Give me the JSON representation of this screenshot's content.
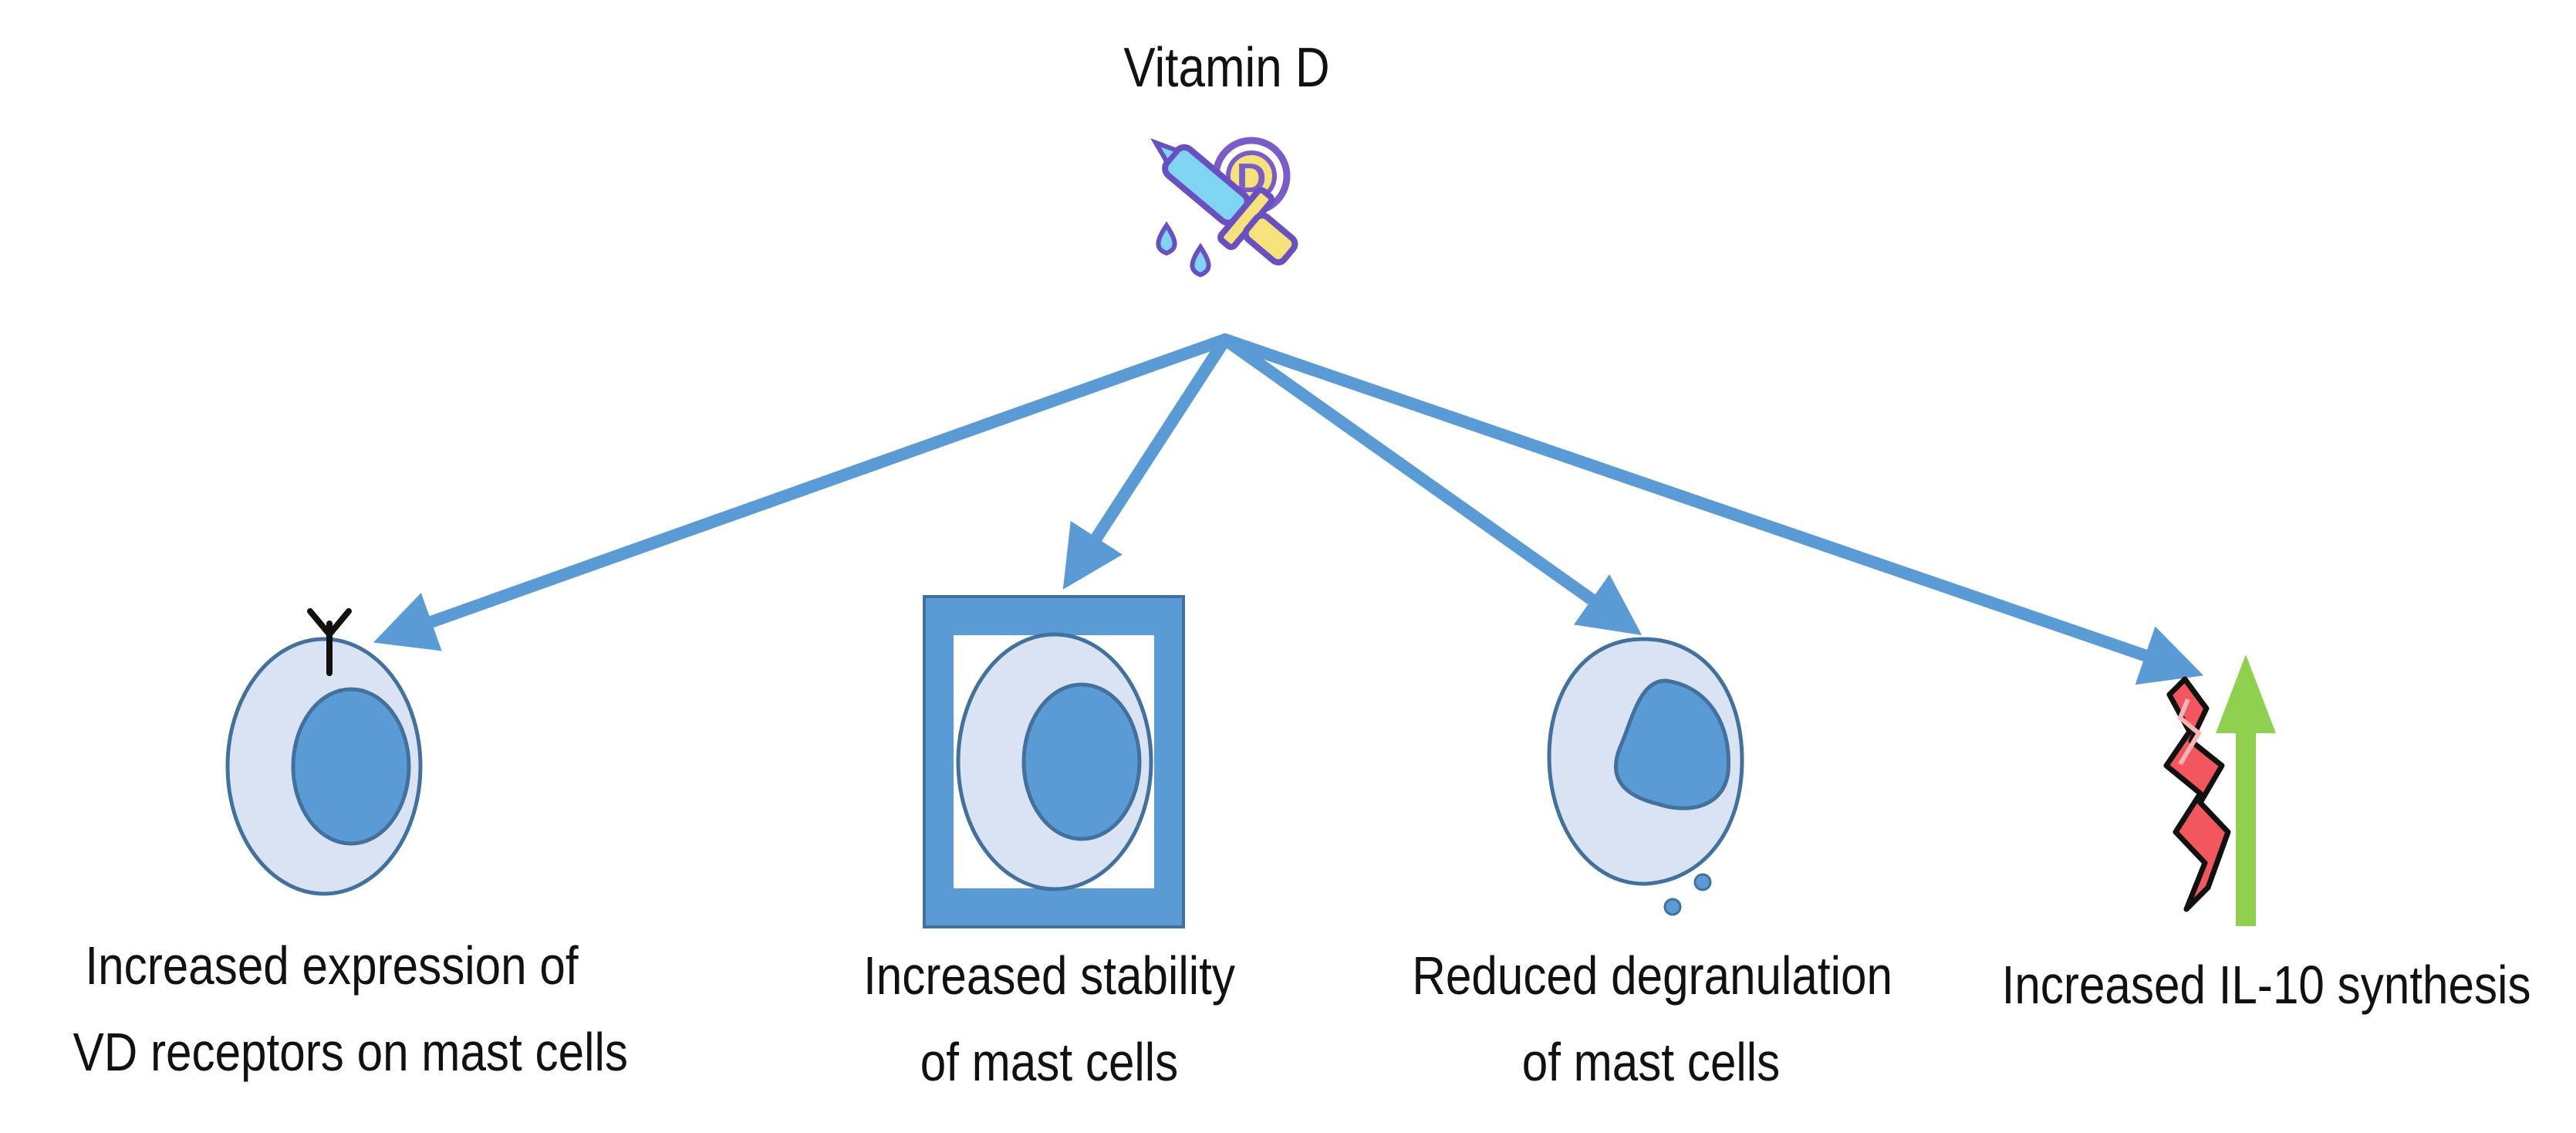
{
  "title": "Vitamin D",
  "effects": [
    {
      "lines": [
        "Increased expression of",
        "VD receptors on mast cells"
      ]
    },
    {
      "lines": [
        "Increased stability",
        "of mast cells"
      ]
    },
    {
      "lines": [
        "Reduced degranulation",
        "of mast cells"
      ]
    },
    {
      "lines": [
        "Increased IL-10 synthesis"
      ]
    }
  ],
  "colors": {
    "arrow": "#5b9bd5",
    "cell_body": "#dae3f3",
    "nucleus": "#5b9bd5",
    "cell_outline": "#41719c",
    "up_arrow": "#8fd14f",
    "il10": "#f2575e"
  },
  "icons": {
    "vitamin": "vitamin-d-dropper-icon",
    "receptor": "receptor-y-icon",
    "cytokine": "il10-cytokine-icon"
  }
}
